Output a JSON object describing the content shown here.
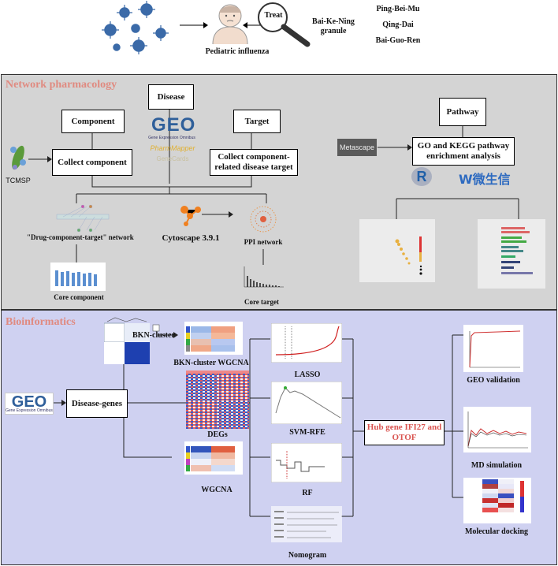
{
  "header": {
    "treat": "Treat",
    "drug": "Bai-Ke-Ning granule",
    "disease": "Pediatric influenza",
    "herbs": [
      "Ping-Bei-Mu",
      "Qing-Dai",
      "Bai-Guo-Ren"
    ]
  },
  "network": {
    "title": "Network pharmacology",
    "component": "Component",
    "disease": "Disease",
    "target": "Target",
    "collect_component": "Collect component",
    "collect_target": "Collect component-related disease target",
    "pathway": "Pathway",
    "go_kegg": "GO and KEGG pathway enrichment analysis",
    "tcmsp": "TCMSP",
    "geo_logo": "GEO",
    "geo_sub": "Gene Expression Omnibus",
    "pharmmapper": "PharmMapper",
    "genecards": "GeneCards",
    "r_logo": "R",
    "weishengxin": "微生信",
    "metascape": "Metascape",
    "dct_network": "\"Drug-component-target\" network",
    "cytoscape": "Cytoscape 3.9.1",
    "ppi": "PPI network",
    "core_component": "Core component",
    "core_target": "Core target"
  },
  "bio": {
    "title": "Bioinformatics",
    "geo_logo": "GEO",
    "geo_sub": "Gene Expression Omnibus",
    "disease_genes": "Disease-genes",
    "bkn_cluster": "BKN-cluster",
    "bkn_wgcna": "BKN-cluster WGCNA",
    "degs": "DEGs",
    "wgcna": "WGCNA",
    "lasso": "LASSO",
    "svm": "SVM-RFE",
    "rf": "RF",
    "nomogram": "Nomogram",
    "hub": "Hub gene IFI27 and OTOF",
    "geo_validation": "GEO validation",
    "md": "MD simulation",
    "docking": "Molecular docking"
  },
  "colors": {
    "panel1_bg": "#d4d4d4",
    "panel2_bg": "#cfd1f1",
    "title_color": "#e08a80",
    "virus": "#3b6aa8",
    "hub_text": "#d9534f"
  }
}
